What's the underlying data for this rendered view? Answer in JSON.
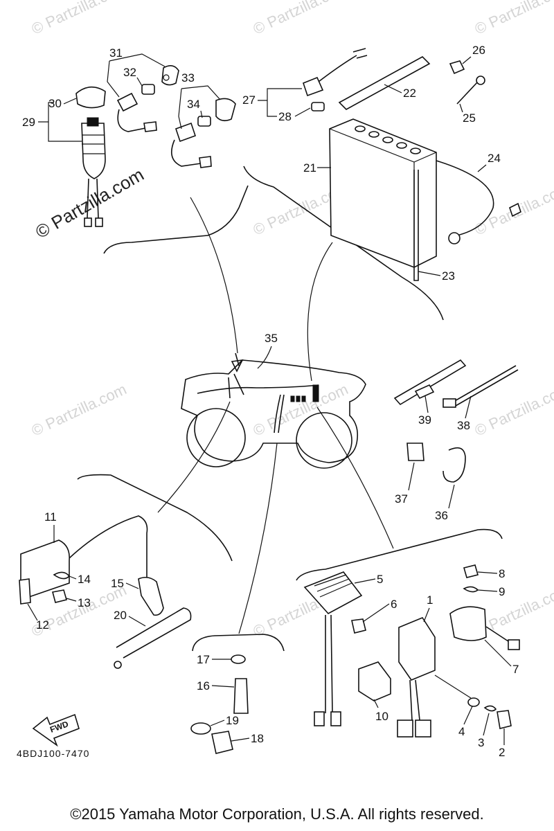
{
  "watermark": "© Partzilla.com",
  "footer": "©2015  Yamaha Motor Corporation, U.S.A. All rights reserved.",
  "diagram_code": "4BDJ100-7470",
  "fwd_label": "FWD",
  "labels": {
    "p1": "1",
    "p2": "2",
    "p3": "3",
    "p4": "4",
    "p5": "5",
    "p6": "6",
    "p7": "7",
    "p8": "8",
    "p9": "9",
    "p10": "10",
    "p11": "11",
    "p12": "12",
    "p13": "13",
    "p14": "14",
    "p15": "15",
    "p16": "16",
    "p17": "17",
    "p18": "18",
    "p19": "19",
    "p20": "20",
    "p21": "21",
    "p22": "22",
    "p23": "23",
    "p24": "24",
    "p25": "25",
    "p26": "26",
    "p27": "27",
    "p28": "28",
    "p29": "29",
    "p30": "30",
    "p31": "31",
    "p32": "32",
    "p33": "33",
    "p34": "34",
    "p35": "35",
    "p36": "36",
    "p37": "37",
    "p38": "38",
    "p39": "39"
  }
}
